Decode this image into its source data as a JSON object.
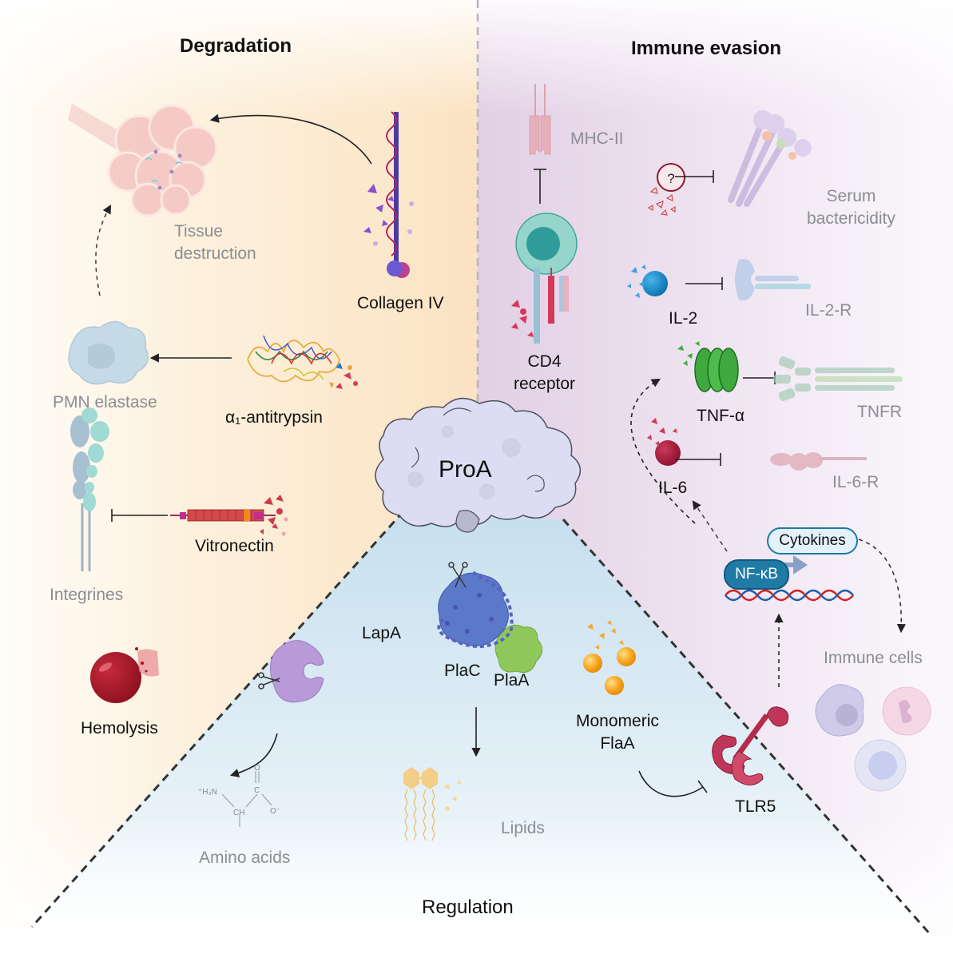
{
  "sections": {
    "degradation": "Degradation",
    "immune_evasion": "Immune evasion",
    "regulation": "Regulation"
  },
  "center": {
    "label": "ProA"
  },
  "degradation_items": {
    "tissue_destruction": [
      "Tissue",
      "destruction"
    ],
    "collagen_iv": "Collagen IV",
    "pmn_elastase": "PMN elastase",
    "alpha1_antitrypsin": "α₁-antitrypsin",
    "integrines": "Integrines",
    "vitronectin": "Vitronectin",
    "hemolysis": "Hemolysis"
  },
  "immune_items": {
    "mhc_ii": "MHC-II",
    "unknown_marker": "?",
    "serum_bactericidity": [
      "Serum",
      "bactericidity"
    ],
    "cd4_receptor": [
      "CD4",
      "receptor"
    ],
    "il2": "IL-2",
    "il2r": "IL-2-R",
    "tnf_alpha": "TNF-α",
    "tnfr": "TNFR",
    "il6": "IL-6",
    "il6r": "IL-6-R",
    "cytokines": "Cytokines",
    "nfkb": "NF-κB",
    "immune_cells": "Immune cells",
    "tlr5": "TLR5"
  },
  "regulation_items": {
    "lapa": "LapA",
    "plac": "PlaC",
    "plaa": "PlaA",
    "monomeric_flaa": [
      "Monomeric",
      "FlaA"
    ],
    "amino_acids": "Amino acids",
    "amino_formula": {
      "h3n": "⁺H₃N",
      "ch": "CH",
      "c": "C",
      "o_top": "O",
      "o_minus": "O⁻"
    },
    "lipids": "Lipids"
  },
  "colors": {
    "degradation_bg": "#fbe6c6",
    "immune_bg": "#e6d3e8",
    "regulation_bg": "#cfe4f1",
    "proa": "#d9d9ef",
    "nfkb": "#1f7aa5",
    "cytokines_pill": "#e3f1fb"
  }
}
